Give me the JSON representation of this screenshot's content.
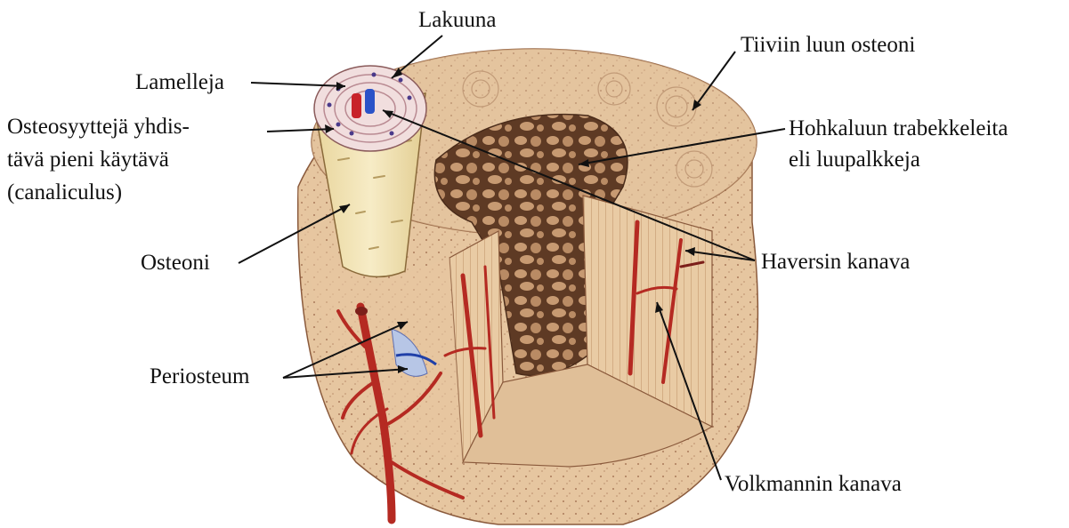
{
  "labels": {
    "lakuuna": "Lakuuna",
    "lamelleja": "Lamelleja",
    "canaliculus_1": "Osteosyyttejä yhdis-",
    "canaliculus_2": "tävä pieni käytävä",
    "canaliculus_3": "(canaliculus)",
    "osteoni": "Osteoni",
    "periosteum": "Periosteum",
    "tiivin_luun_osteoni": "Tiiviin luun osteoni",
    "hohkaluu_1": "Hohkaluun trabekkeleita",
    "hohkaluu_2": "eli luupalkkeja",
    "haversin_kanava": "Haversin kanava",
    "volkmannin_kanava": "Volkmannin kanava"
  },
  "colors": {
    "bone_outer": "#e8c9a3",
    "bone_top": "#e3c6a2",
    "spongy_dark": "#5e3a24",
    "spongy_light": "#c79a72",
    "vessel_red": "#b52a22",
    "vein_blue": "#1f3fa8",
    "osteon_cream": "#f3e6b9",
    "leader_line": "#111111"
  }
}
